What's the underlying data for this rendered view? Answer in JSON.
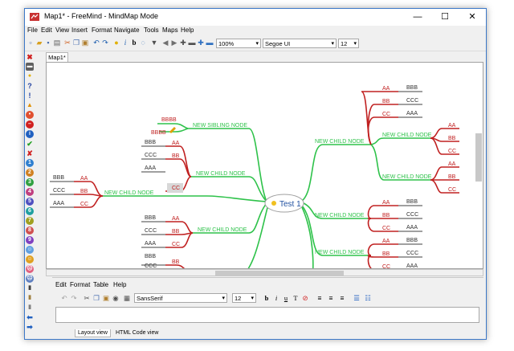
{
  "window": {
    "title": "Map1* - FreeMind - MindMap Mode",
    "minimize": "—",
    "maximize": "☐",
    "close": "✕"
  },
  "menu": [
    "File",
    "Edit",
    "View",
    "Insert",
    "Format",
    "Navigate",
    "Tools",
    "Maps",
    "Help"
  ],
  "toolbar": {
    "zoom": "100%",
    "font": "Segoe UI",
    "font_size": "12"
  },
  "tabs": {
    "map": "Map1*"
  },
  "map": {
    "root": "Test 1",
    "labels": {
      "new_sibling_node": "NEW SIBLING NODE",
      "new_child_node": "NEW CHILD NODE",
      "aa": "AA",
      "bb": "BB",
      "cc": "CC",
      "aaa": "AAA",
      "bbb": "BBB",
      "ccc": "CCC",
      "bbbb": "BBBB"
    }
  },
  "editor": {
    "menu": [
      "Edit",
      "Format",
      "Table",
      "Help"
    ],
    "font": "SansSerif",
    "font_size": "12",
    "tab_layout": "Layout view",
    "tab_html": "HTML Code view"
  },
  "colors": {
    "green": "#2ec24a",
    "red": "#c02020",
    "dark": "#404040",
    "accent": "#3c78c8"
  }
}
